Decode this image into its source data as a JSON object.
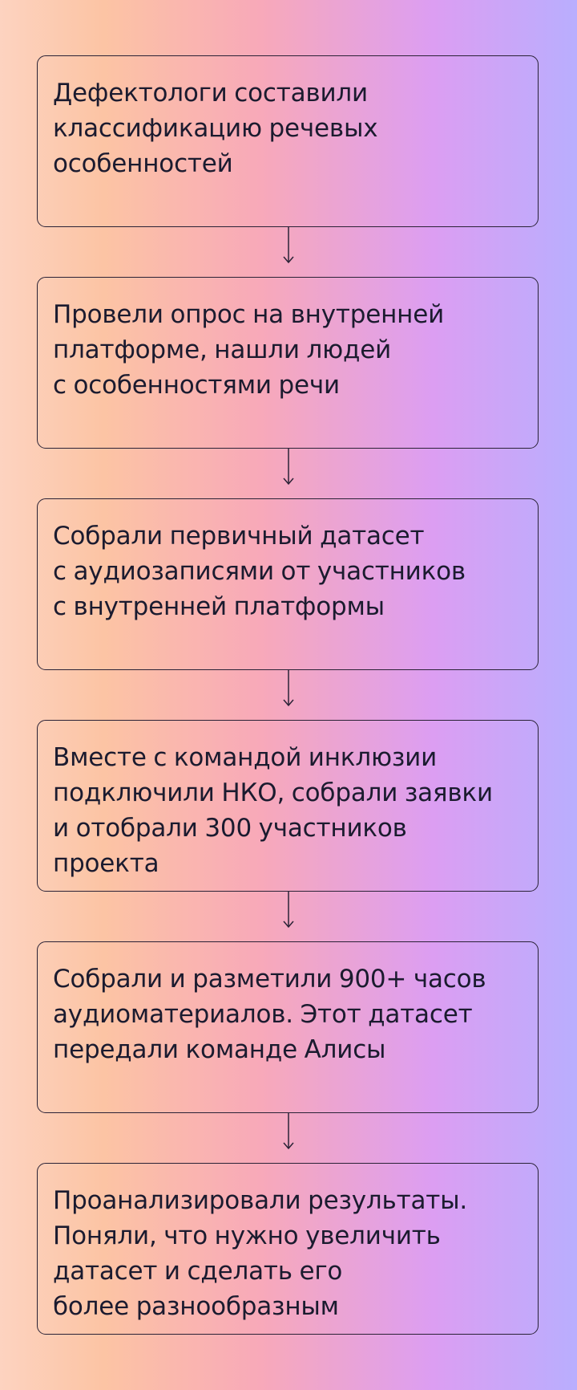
{
  "steps": [
    {
      "lines": [
        "Дефектологи составили",
        "классификацию речевых",
        "особенностей"
      ]
    },
    {
      "lines": [
        "Провели опрос на внутренней",
        "платформе, нашли людей",
        "с особенностями речи"
      ]
    },
    {
      "lines": [
        "Собрали первичный датасет",
        "с аудиозаписями от участников",
        "с внутренней платформы"
      ]
    },
    {
      "lines": [
        "Вместе с командой инклюзии",
        "подключили НКО, собрали заявки",
        "и отобрали 300 участников",
        "проекта"
      ]
    },
    {
      "lines": [
        "Собрали и разметили 900+ часов",
        "аудиоматериалов. Этот датасет",
        "передали команде Алисы"
      ]
    },
    {
      "lines": [
        "Проанализировали результаты.",
        "Поняли, что нужно увеличить",
        "датасет и сделать его",
        "более разнообразным"
      ]
    }
  ],
  "colors": {
    "border": "#2a2236",
    "text": "#1b1b2f",
    "gradient": [
      "#fdd3c0",
      "#fcc4a4",
      "#f8a9b9",
      "#dc9ef2",
      "#b9aefe"
    ]
  }
}
